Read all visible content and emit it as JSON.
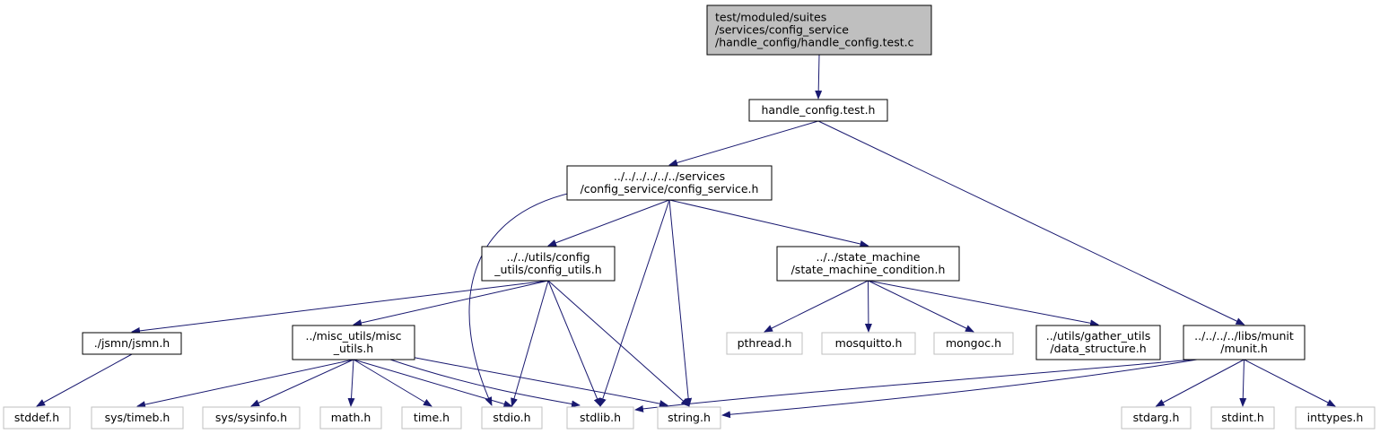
{
  "colors": {
    "edge": "#191970",
    "root_fill": "#bfbfbf",
    "root_stroke": "#000000",
    "node_stroke": "#000000",
    "external_stroke": "#bfbfbf",
    "external_text": "#000000"
  },
  "nodes": [
    {
      "id": "root",
      "lines": [
        "test/moduled/suites",
        "/services/config_service",
        "/handle_config/handle_config.test.c"
      ],
      "kind": "root"
    },
    {
      "id": "hct",
      "lines": [
        "handle_config.test.h"
      ],
      "kind": "file"
    },
    {
      "id": "cs",
      "lines": [
        "../../../../../../services",
        "/config_service/config_service.h"
      ],
      "kind": "file"
    },
    {
      "id": "cu",
      "lines": [
        "../../utils/config",
        "_utils/config_utils.h"
      ],
      "kind": "file"
    },
    {
      "id": "smc",
      "lines": [
        "../../state_machine",
        "/state_machine_condition.h"
      ],
      "kind": "file"
    },
    {
      "id": "jsmn",
      "lines": [
        "./jsmn/jsmn.h"
      ],
      "kind": "file"
    },
    {
      "id": "mu",
      "lines": [
        "../misc_utils/misc",
        "_utils.h"
      ],
      "kind": "file"
    },
    {
      "id": "pthread",
      "lines": [
        "pthread.h"
      ],
      "kind": "external"
    },
    {
      "id": "mosq",
      "lines": [
        "mosquitto.h"
      ],
      "kind": "external"
    },
    {
      "id": "mongoc",
      "lines": [
        "mongoc.h"
      ],
      "kind": "external"
    },
    {
      "id": "ds",
      "lines": [
        "../utils/gather_utils",
        "/data_structure.h"
      ],
      "kind": "file"
    },
    {
      "id": "munit",
      "lines": [
        "../../../../libs/munit",
        "/munit.h"
      ],
      "kind": "file"
    },
    {
      "id": "stddef",
      "lines": [
        "stddef.h"
      ],
      "kind": "external"
    },
    {
      "id": "timeb",
      "lines": [
        "sys/timeb.h"
      ],
      "kind": "external"
    },
    {
      "id": "sysinfo",
      "lines": [
        "sys/sysinfo.h"
      ],
      "kind": "external"
    },
    {
      "id": "math",
      "lines": [
        "math.h"
      ],
      "kind": "external"
    },
    {
      "id": "time",
      "lines": [
        "time.h"
      ],
      "kind": "external"
    },
    {
      "id": "stdio",
      "lines": [
        "stdio.h"
      ],
      "kind": "external"
    },
    {
      "id": "stdlib",
      "lines": [
        "stdlib.h"
      ],
      "kind": "external"
    },
    {
      "id": "string",
      "lines": [
        "string.h"
      ],
      "kind": "external"
    },
    {
      "id": "stdarg",
      "lines": [
        "stdarg.h"
      ],
      "kind": "external"
    },
    {
      "id": "stdint",
      "lines": [
        "stdint.h"
      ],
      "kind": "external"
    },
    {
      "id": "inttypes",
      "lines": [
        "inttypes.h"
      ],
      "kind": "external"
    }
  ],
  "edges": [
    [
      "root",
      "hct"
    ],
    [
      "hct",
      "cs"
    ],
    [
      "hct",
      "munit"
    ],
    [
      "cs",
      "cu"
    ],
    [
      "cs",
      "smc"
    ],
    [
      "cs",
      "stdio"
    ],
    [
      "cs",
      "stdlib"
    ],
    [
      "cs",
      "string"
    ],
    [
      "cu",
      "jsmn"
    ],
    [
      "cu",
      "mu"
    ],
    [
      "cu",
      "stdio"
    ],
    [
      "cu",
      "stdlib"
    ],
    [
      "cu",
      "string"
    ],
    [
      "smc",
      "pthread"
    ],
    [
      "smc",
      "mosq"
    ],
    [
      "smc",
      "mongoc"
    ],
    [
      "smc",
      "ds"
    ],
    [
      "jsmn",
      "stddef"
    ],
    [
      "mu",
      "timeb"
    ],
    [
      "mu",
      "sysinfo"
    ],
    [
      "mu",
      "math"
    ],
    [
      "mu",
      "time"
    ],
    [
      "mu",
      "stdio"
    ],
    [
      "mu",
      "stdlib"
    ],
    [
      "mu",
      "string"
    ],
    [
      "munit",
      "stdlib"
    ],
    [
      "munit",
      "string"
    ],
    [
      "munit",
      "stdarg"
    ],
    [
      "munit",
      "stdint"
    ],
    [
      "munit",
      "inttypes"
    ]
  ]
}
